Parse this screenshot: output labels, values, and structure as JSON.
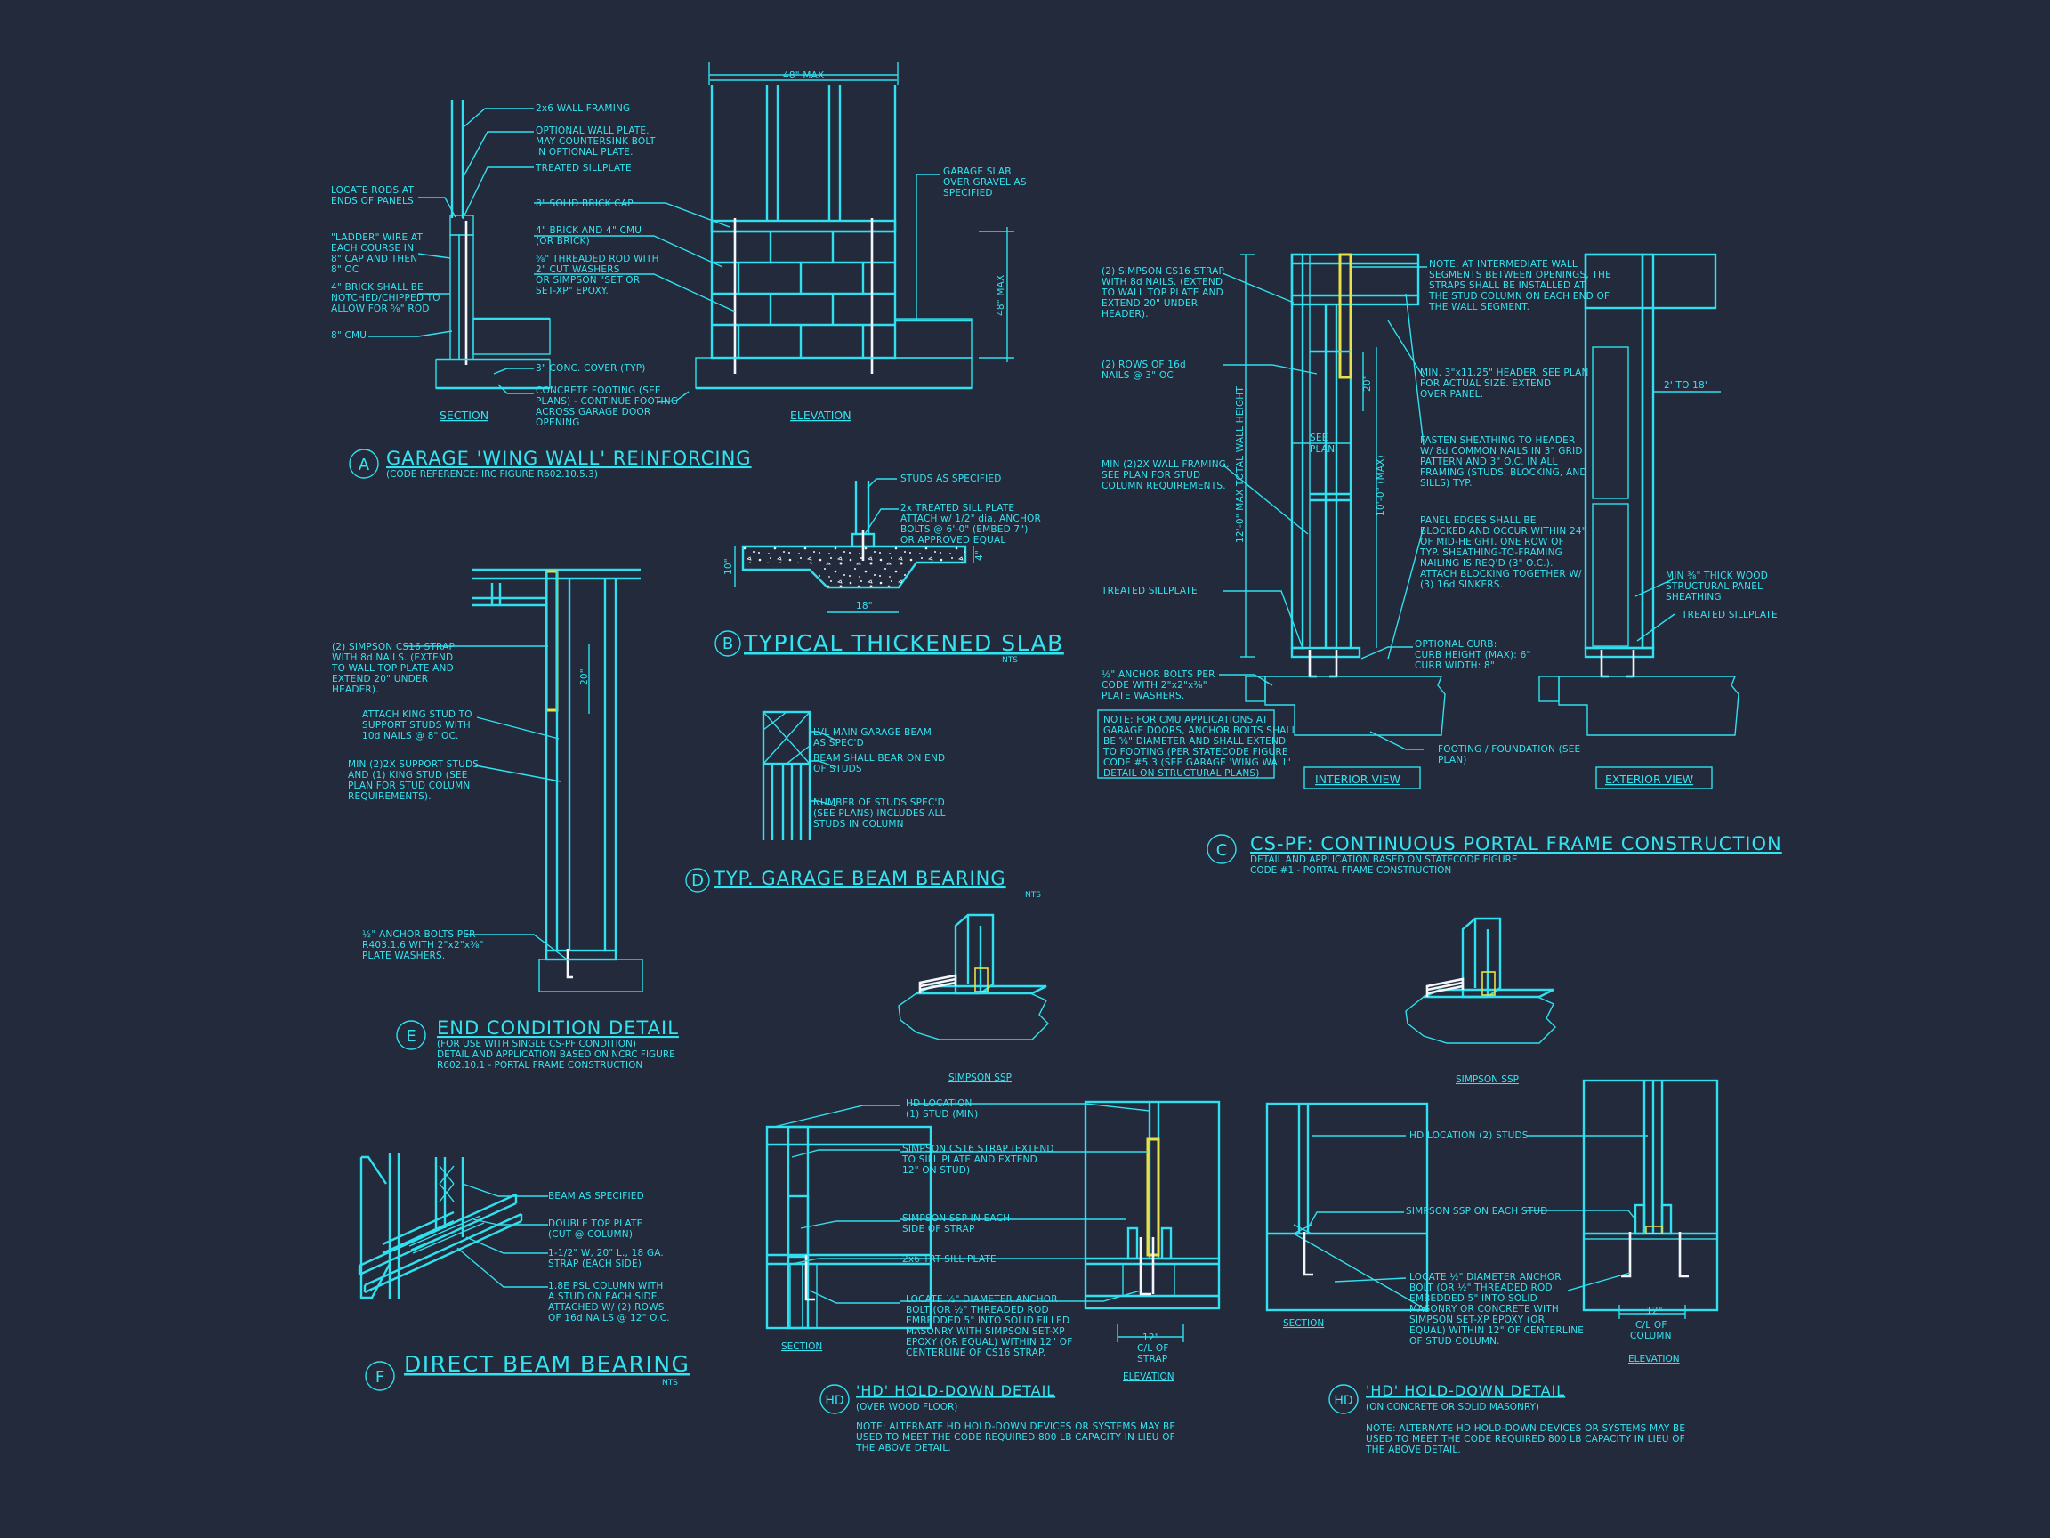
{
  "detail_A": {
    "dim_top": "48\" MAX",
    "dim_side": "48\" MAX",
    "notes_left": [
      "LOCATE RODS AT",
      "ENDS OF PANELS",
      "\"LADDER\" WIRE AT",
      "EACH COURSE IN",
      "8\" CAP AND THEN",
      "8\" OC",
      "4\" BRICK SHALL BE",
      "NOTCHED/CHIPPED TO",
      "ALLOW FOR ⅝\" ROD",
      "8\" CMU"
    ],
    "notes_mid": [
      "2x6 WALL FRAMING",
      "OPTIONAL WALL PLATE.",
      "MAY COUNTERSINK BOLT",
      "IN OPTIONAL PLATE.",
      "TREATED SILLPLATE",
      "8\" SOLID BRICK CAP",
      "4\" BRICK AND 4\" CMU",
      "(OR BRICK)",
      "⅝\" THREADED ROD WITH",
      "2\" CUT WASHERS",
      "OR SIMPSON \"SET OR",
      "SET-XP\" EPOXY.",
      "3\" CONC. COVER (TYP)",
      "CONCRETE FOOTING (SEE",
      "PLANS) - CONTINUE FOOTING",
      "ACROSS GARAGE DOOR",
      "OPENING"
    ],
    "notes_right": [
      "GARAGE SLAB",
      "OVER GRAVEL AS",
      "SPECIFIED"
    ],
    "section_label": "SECTION",
    "elevation_label": "ELEVATION",
    "bubble": "A",
    "title": "GARAGE 'WING WALL' REINFORCING",
    "subtitle": "(CODE REFERENCE: IRC FIGURE R602.10.5.3)"
  },
  "detail_B": {
    "notes": [
      "STUDS AS SPECIFIED",
      "2x TREATED SILL PLATE",
      "ATTACH w/ 1/2\" dia. ANCHOR",
      "BOLTS @ 6'-0\" (EMBED 7\")",
      "OR APPROVED EQUAL"
    ],
    "dim_left": "10\"",
    "dim_right": "4\"",
    "dim_bottom": "18\"",
    "bubble": "B",
    "title": "TYPICAL THICKENED SLAB",
    "nts": "NTS"
  },
  "detail_C": {
    "notes_left": [
      "(2) SIMPSON CS16 STRAP",
      "WITH 8d NAILS. (EXTEND",
      "TO WALL TOP PLATE AND",
      "EXTEND 20\" UNDER",
      "HEADER).",
      "(2) ROWS OF 16d",
      "NAILS @ 3\" OC",
      "MIN (2)2X WALL FRAMING.",
      "SEE PLAN FOR STUD",
      "COLUMN REQUIREMENTS.",
      "TREATED SILLPLATE",
      "½\" ANCHOR BOLTS PER",
      "CODE WITH 2\"x2\"x⅜\"",
      "PLATE WASHERS."
    ],
    "note_box": [
      "NOTE: FOR CMU APPLICATIONS AT",
      "GARAGE DOORS, ANCHOR BOLTS SHALL",
      "BE ⅝\" DIAMETER AND SHALL EXTEND",
      "TO FOOTING (PER STATECODE FIGURE",
      "CODE #5.3 (SEE GARAGE 'WING WALL'",
      "DETAIL ON STRUCTURAL PLANS)"
    ],
    "dim_total": "12'-0\" MAX TOTAL WALL HEIGHT",
    "dim_wall": "10'-0\" (MAX)",
    "dim_20": "20\"",
    "see_plan": [
      "SEE",
      "PLAN"
    ],
    "notes_right": [
      "NOTE: AT INTERMEDIATE WALL",
      "SEGMENTS BETWEEN OPENINGS, THE",
      "STRAPS SHALL BE INSTALLED AT",
      "THE STUD COLUMN ON EACH END OF",
      "THE WALL SEGMENT.",
      "MIN. 3\"x11.25\" HEADER. SEE PLAN",
      "FOR ACTUAL SIZE. EXTEND",
      "OVER PANEL.",
      "FASTEN SHEATHING TO HEADER",
      "W/ 8d COMMON NAILS IN 3\" GRID",
      "PATTERN AND 3\" O.C. IN ALL",
      "FRAMING (STUDS, BLOCKING, AND",
      "SILLS) TYP.",
      "PANEL EDGES SHALL BE",
      "BLOCKED AND OCCUR WITHIN 24\"",
      "OF MID-HEIGHT. ONE ROW OF",
      "TYP. SHEATHING-TO-FRAMING",
      "NAILING IS REQ'D (3\" O.C.).",
      "ATTACH BLOCKING TOGETHER W/",
      "(3) 16d SINKERS."
    ],
    "notes_curb": [
      "OPTIONAL CURB:",
      "CURB HEIGHT (MAX): 6\"",
      "CURB WIDTH: 8\""
    ],
    "note_footing": [
      "FOOTING / FOUNDATION (SEE",
      "PLAN)"
    ],
    "dim_2to18": "2' TO 18'",
    "notes_ext": [
      "MIN ⅜\" THICK WOOD",
      "STRUCTURAL PANEL",
      "SHEATHING",
      "TREATED SILLPLATE"
    ],
    "interior_view": "INTERIOR VIEW",
    "exterior_view": "EXTERIOR VIEW",
    "bubble": "C",
    "title": "CS-PF: CONTINUOUS PORTAL FRAME CONSTRUCTION",
    "subtitle": [
      "DETAIL AND APPLICATION BASED ON STATECODE FIGURE",
      "CODE #1 - PORTAL FRAME CONSTRUCTION"
    ]
  },
  "detail_D": {
    "notes": [
      "LVL MAIN GARAGE BEAM",
      "AS SPEC'D",
      "BEAM SHALL BEAR ON END",
      "OF STUDS",
      "NUMBER OF STUDS SPEC'D",
      "(SEE PLANS) INCLUDES ALL",
      "STUDS IN COLUMN"
    ],
    "bubble": "D",
    "title": "TYP. GARAGE BEAM BEARING",
    "nts": "NTS"
  },
  "detail_E": {
    "notes": [
      "(2) SIMPSON CS16 STRAP",
      "WITH 8d NAILS. (EXTEND",
      "TO WALL TOP PLATE AND",
      "EXTEND 20\" UNDER",
      "HEADER).",
      "ATTACH KING STUD TO",
      "SUPPORT STUDS WITH",
      "10d NAILS @ 8\" OC.",
      "MIN (2)2X SUPPORT STUDS",
      "AND (1) KING STUD (SEE",
      "PLAN FOR STUD COLUMN",
      "REQUIREMENTS).",
      "½\" ANCHOR BOLTS PER",
      "R403.1.6 WITH 2\"x2\"x⅜\"",
      "PLATE WASHERS."
    ],
    "dim_20": "20\"",
    "bubble": "E",
    "title": "END CONDITION DETAIL",
    "subtitle": [
      "(FOR USE WITH SINGLE CS-PF CONDITION)",
      "DETAIL AND APPLICATION BASED ON NCRC FIGURE",
      "R602.10.1 - PORTAL FRAME CONSTRUCTION"
    ]
  },
  "detail_F": {
    "notes": [
      "BEAM AS SPECIFIED",
      "DOUBLE TOP PLATE",
      "(CUT @ COLUMN)",
      "1-1/2\" W, 20\" L., 18 GA.",
      "STRAP (EACH SIDE)",
      "1.8E PSL COLUMN WITH",
      "A STUD ON EACH SIDE.",
      "ATTACHED W/ (2) ROWS",
      "OF 16d NAILS @ 12\" O.C."
    ],
    "bubble": "F",
    "title": "DIRECT BEAM BEARING",
    "nts": "NTS"
  },
  "detail_HD1": {
    "ssp_label": "SIMPSON SSP",
    "notes": [
      "HD LOCATION",
      "(1) STUD (MIN)",
      "SIMPSON CS16 STRAP (EXTEND",
      "TO SILL PLATE AND EXTEND",
      "12\" ON STUD)",
      "SIMPSON SSP IN EACH",
      "SIDE OF STRAP",
      "2x6 TRT SILL PLATE",
      "LOCATE ½\" DIAMETER ANCHOR",
      "BOLT (OR ½\" THREADED ROD",
      "EMBEDDED 5\" INTO SOLID FILLED",
      "MASONRY WITH SIMPSON SET-XP",
      "EPOXY (OR EQUAL) WITHIN 12\" OF",
      "CENTERLINE OF CS16 STRAP."
    ],
    "dim": [
      "12\"",
      "C/L OF",
      "STRAP"
    ],
    "section_label": "SECTION",
    "elevation_label": "ELEVATION",
    "bubble": "HD",
    "title": "'HD' HOLD-DOWN DETAIL",
    "subtitle": "(OVER WOOD FLOOR)",
    "note": [
      "NOTE: ALTERNATE HD HOLD-DOWN DEVICES OR SYSTEMS MAY BE",
      "USED TO MEET THE CODE REQUIRED 800 LB CAPACITY IN LIEU OF",
      "THE ABOVE DETAIL."
    ]
  },
  "detail_HD2": {
    "ssp_label": "SIMPSON SSP",
    "notes": [
      "HD LOCATION (2) STUDS",
      "SIMPSON SSP ON EACH STUD",
      "LOCATE ½\" DIAMETER ANCHOR",
      "BOLT (OR ½\" THREADED ROD",
      "EMBEDDED 5\" INTO SOLID",
      "MASONRY OR CONCRETE WITH",
      "SIMPSON SET-XP EPOXY (OR",
      "EQUAL) WITHIN 12\" OF CENTERLINE",
      "OF STUD COLUMN."
    ],
    "dim": [
      "12\"",
      "C/L OF",
      "COLUMN"
    ],
    "section_label": "SECTION",
    "elevation_label": "ELEVATION",
    "bubble": "HD",
    "title": "'HD' HOLD-DOWN DETAIL",
    "subtitle": "(ON CONCRETE OR SOLID MASONRY)",
    "note": [
      "NOTE: ALTERNATE HD HOLD-DOWN DEVICES OR SYSTEMS MAY BE",
      "USED TO MEET THE CODE REQUIRED 800 LB CAPACITY IN LIEU OF",
      "THE ABOVE DETAIL."
    ]
  },
  "colors": {
    "background": "#222a3c",
    "linework": "#2fe0ee",
    "strap": "#e6e04a",
    "bolt": "#f2f6f8"
  }
}
